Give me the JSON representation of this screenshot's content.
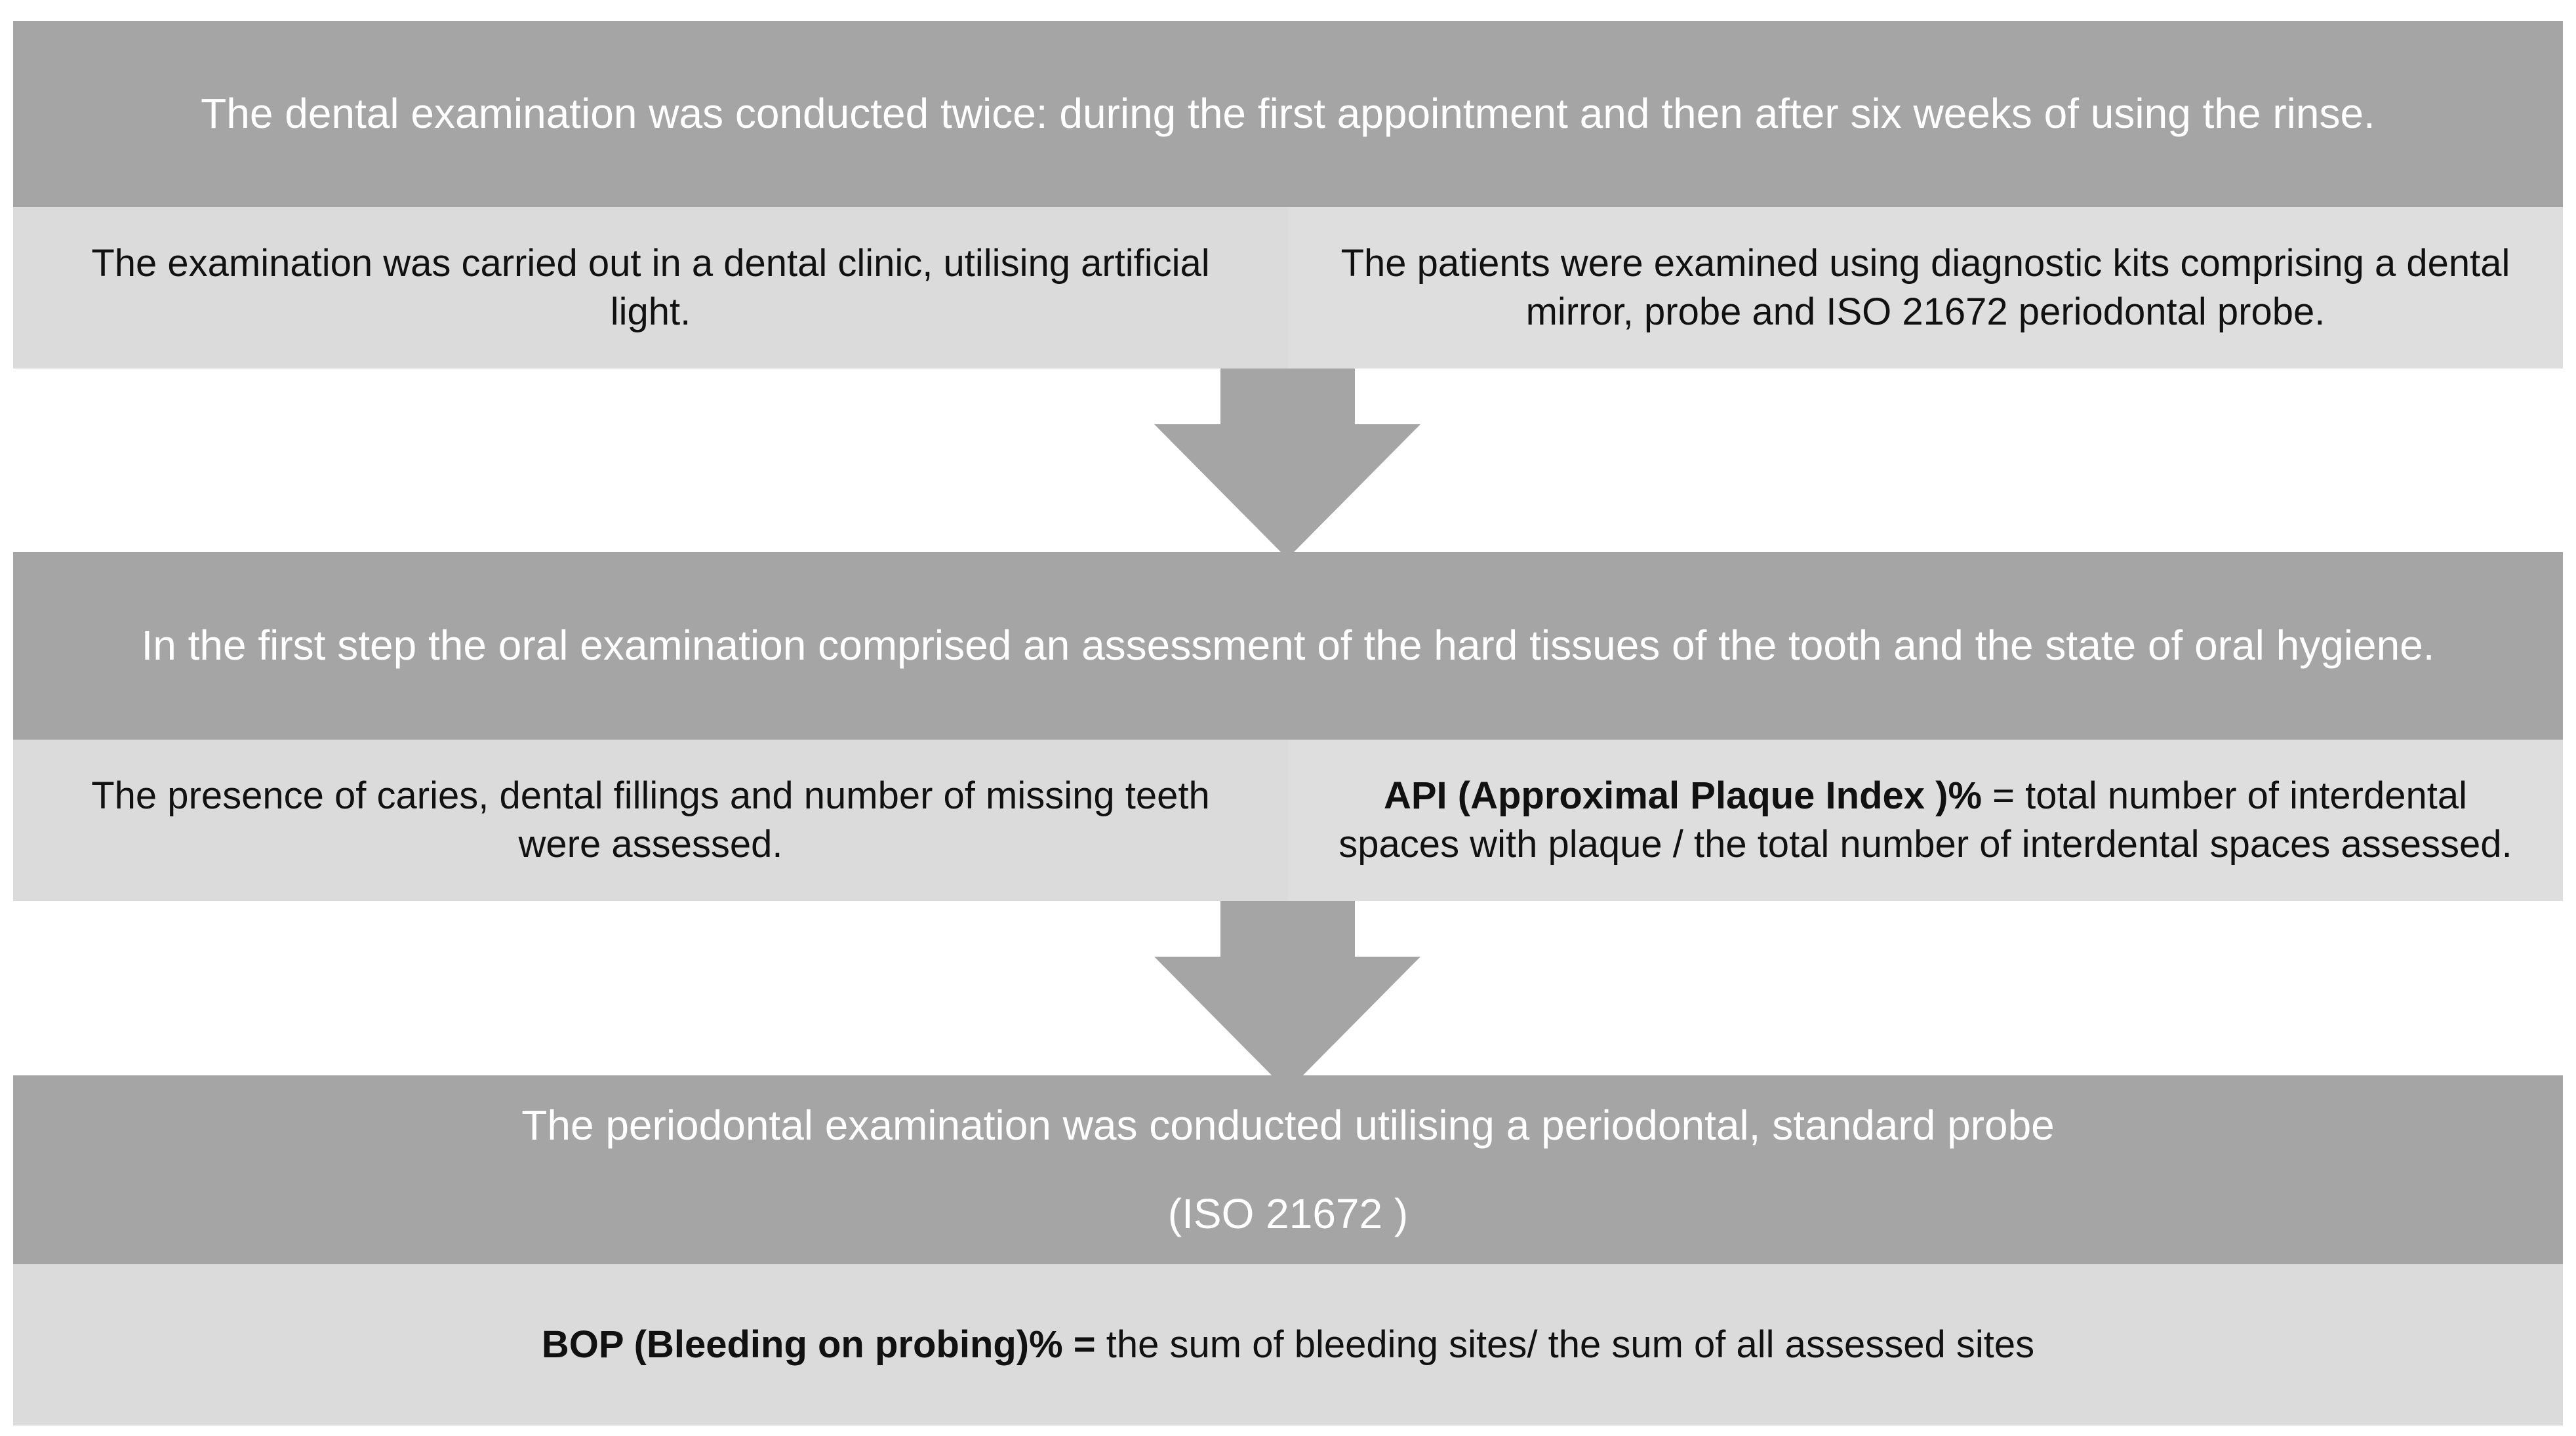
{
  "colors": {
    "header_bg": "#a5a5a5",
    "sub_bg": "#dbdbdb",
    "arrow": "#a5a5a5",
    "header_text": "#ffffff",
    "sub_text": "#111111"
  },
  "steps": [
    {
      "header": "The dental examination was conducted twice: during the first appointment and then after six weeks of using the rinse.",
      "left": "The examination was carried out in a dental clinic, utilising artificial light.",
      "right": "The patients were examined using diagnostic kits comprising a dental mirror, probe and ISO 21672 periodontal probe."
    },
    {
      "header": "In the first step the oral examination comprised an assessment of the hard tissues of the tooth and the state of oral hygiene.",
      "left": "The presence of caries, dental fillings and number of missing teeth were assessed.",
      "right_bold": "API (Approximal Plaque Index )%",
      "right_rest": " = total number of interdental spaces with plaque / the total number of interdental spaces assessed."
    },
    {
      "header_line1": "The periodontal examination was conducted utilising a periodontal, standard probe",
      "header_line2": "(ISO 21672 )",
      "full_bold": "BOP (Bleeding on probing)% =",
      "full_rest": " the sum of bleeding sites/ the sum of all assessed sites"
    }
  ]
}
